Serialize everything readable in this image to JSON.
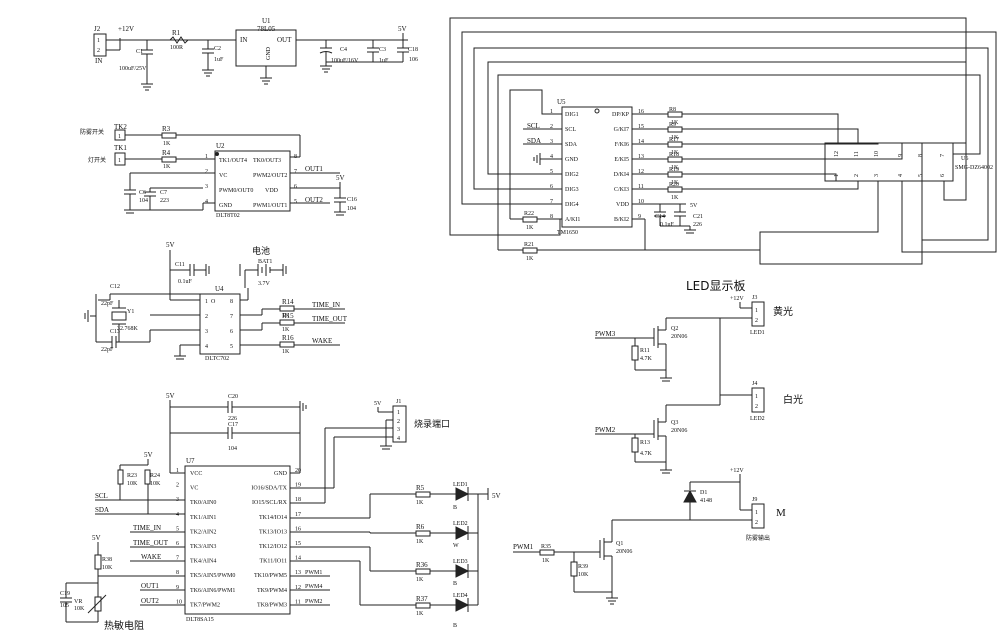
{
  "power": {
    "j2": "J2",
    "j2_net": "IN",
    "v12": "+12V",
    "r1": "R1",
    "r1_val": "100R",
    "c1": "C1",
    "c1_val": "100uF/25V",
    "c2": "C2",
    "c2_val": "1uF",
    "u1": "U1",
    "u1_part": "78L05",
    "u1_in": "IN",
    "u1_out": "OUT",
    "u1_gnd": "GND",
    "c4": "C4",
    "c4_val": "100uF/16V",
    "c3": "C3",
    "c3_val": "1uF",
    "c18": "C18",
    "c18_val": "106",
    "v5": "5V"
  },
  "touch": {
    "tk2": "TK2",
    "tk2_label": "防雾开关",
    "tk1": "TK1",
    "tk1_label": "灯开关",
    "r3": "R3",
    "r3_val": "1K",
    "r4": "R4",
    "r4_val": "1K",
    "u2": "U2",
    "u2_part": "DLT8T02",
    "pins_left": [
      "TK1/OUT4",
      "VC",
      "PWM0/OUT0",
      "GND"
    ],
    "pins_right": [
      "TK0/OUT3",
      "PWM2/OUT2",
      "VDD",
      "PWM1/OUT1"
    ],
    "out1": "OUT1",
    "out2": "OUT2",
    "v5": "5V",
    "c6": "C6",
    "c6_val": "104",
    "c7": "C7",
    "c7_val": "223",
    "c16": "C16",
    "c16_val": "104"
  },
  "rtc": {
    "v5": "5V",
    "c11": "C11",
    "c11_val": "0.1uF",
    "bat_label": "电池",
    "bat1": "BAT1",
    "bat1_val": "3.7V",
    "c12": "C12",
    "c12_val": "22pF",
    "c13": "C13",
    "c13_val": "22pF",
    "y1": "Y1",
    "y1_val": "32.768K",
    "u4": "U4",
    "u4_part": "DLTC702",
    "r14": "R14",
    "r14_val": "1K",
    "r15": "R15",
    "r15_val": "1K",
    "r16": "R16",
    "r16_val": "1K",
    "time_in": "TIME_IN",
    "time_out": "TIME_OUT",
    "wake": "WAKE"
  },
  "mcu": {
    "v5_top": "5V",
    "c20": "C20",
    "c20_val": "226",
    "c17": "C17",
    "c17_val": "104",
    "j1": "J1",
    "j1_label": "烧录端口",
    "j1_5v": "5V",
    "u7": "U7",
    "u7_part": "DLT8SA15",
    "r23": "R23",
    "r23_val": "10K",
    "r24": "R24",
    "r24_val": "10K",
    "v5": "5V",
    "pins_left": [
      "VCC",
      "VC",
      "TK0/AIN0",
      "TK1/AIN1",
      "TK2/AIN2",
      "TK3/AIN3",
      "TK4/AIN4",
      "TK5/AIN5/PWM0",
      "TK6/AIN6/PWM1",
      "TK7/PWM2"
    ],
    "pins_right": [
      "GND",
      "IO16/SDA/TX",
      "IO15/SCL/RX",
      "TK14/IO14",
      "TK13/IO13",
      "TK12/IO12",
      "TK11/IO11",
      "TK10/PWM5",
      "TK9/PWM4",
      "TK8/PWM3"
    ],
    "nums_right": [
      "20",
      "19",
      "18",
      "17",
      "16",
      "15",
      "14",
      "13",
      "12",
      "11"
    ],
    "nets_left": [
      "SCL",
      "SDA",
      "TIME_IN",
      "TIME_OUT",
      "WAKE",
      "OUT1",
      "OUT2"
    ],
    "nets_right": [
      "PWM1",
      "PWM4",
      "PWM2"
    ],
    "r38": "R38",
    "r38_val": "10K",
    "c19": "C19",
    "c19_val": "105",
    "vr": "VR",
    "vr_val": "10K",
    "thermistor_label": "热敏电阻"
  },
  "leds": {
    "r5": "R5",
    "r6": "R6",
    "r36": "R36",
    "r37": "R37",
    "rval": "1K",
    "led1": "LED1",
    "led2": "LED2",
    "led3": "LED3",
    "led4": "LED4",
    "col1": "B",
    "col2": "W",
    "col3": "B",
    "col4": "B",
    "v5": "5V"
  },
  "display": {
    "u5": "U5",
    "u5_part": "TM1650",
    "pins_left": [
      "DIG1",
      "SCL",
      "SDA",
      "GND",
      "DIG2",
      "DIG3",
      "DIG4",
      "A/KI1"
    ],
    "pins_right": [
      "DP/KP",
      "G/KI7",
      "F/KI6",
      "E/KI5",
      "D/KI4",
      "C/KI3",
      "VDD",
      "B/KI2"
    ],
    "nums_right": [
      "16",
      "15",
      "14",
      "13",
      "12",
      "11",
      "10",
      "9"
    ],
    "scl": "SCL",
    "sda": "SDA",
    "r8": "R8",
    "r9": "R9",
    "r17": "R17",
    "r18": "R18",
    "r19": "R19",
    "r20": "R20",
    "r22": "R22",
    "r21": "R21",
    "rval": "1K",
    "c14": "C14",
    "c14_val": "0.1uF",
    "c21": "C21",
    "c21_val": "226",
    "v5": "5V",
    "u6": "U6",
    "u6_part": "SMG-DZ64002",
    "u6_top": [
      "12",
      "11",
      "10",
      "9",
      "8",
      "7"
    ],
    "u6_bottom": [
      "1",
      "2",
      "3",
      "4",
      "5",
      "6"
    ]
  },
  "led_board": {
    "title": "LED显示板",
    "v12": "+12V",
    "j3": "J3",
    "j3_led": "LED1",
    "yellow": "黄光",
    "j4": "J4",
    "j4_led": "LED2",
    "white": "白光",
    "pwm3": "PWM3",
    "q2": "Q2",
    "q2_part": "20N06",
    "r11": "R11",
    "r11_val": "4.7K",
    "pwm2": "PWM2",
    "q3": "Q3",
    "q3_part": "20N06",
    "r13": "R13",
    "r13_val": "4.7K"
  },
  "motor": {
    "v12": "+12V",
    "d1": "D1",
    "d1_part": "4148",
    "j9": "J9",
    "j9_label": "防雾输出",
    "m": "M",
    "pwm1": "PWM1",
    "r35": "R35",
    "r35_val": "1K",
    "q1": "Q1",
    "q1_part": "20N06",
    "r39": "R39",
    "r39_val": "10K"
  }
}
